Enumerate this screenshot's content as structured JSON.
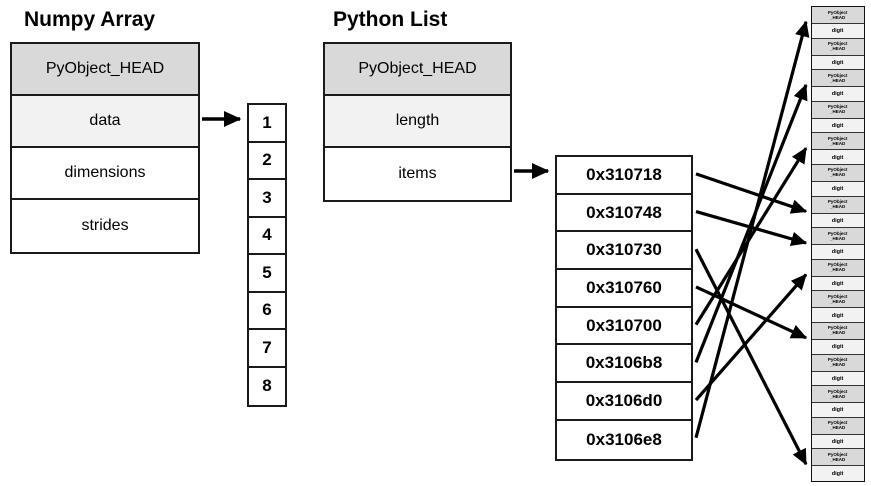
{
  "numpy_array": {
    "title": "Numpy Array",
    "fields": [
      "PyObject_HEAD",
      "data",
      "dimensions",
      "strides"
    ],
    "buffer_values": [
      "1",
      "2",
      "3",
      "4",
      "5",
      "6",
      "7",
      "8"
    ],
    "data_points_to": "contiguous-buffer"
  },
  "python_list": {
    "title": "Python List",
    "fields": [
      "PyObject_HEAD",
      "length",
      "items"
    ],
    "item_pointers": [
      "0x310718",
      "0x310748",
      "0x310730",
      "0x310760",
      "0x310700",
      "0x3106b8",
      "0x3106d0",
      "0x3106e8"
    ],
    "pointer_targets": [
      7,
      8,
      15,
      11,
      5,
      3,
      9,
      1
    ],
    "items_points_to": "pointer-array"
  },
  "heap_objects": {
    "count": 15,
    "header_line1": "PyObject",
    "header_line2": "_HEAD",
    "value_label": "digit"
  },
  "colors": {
    "background": "#ffffff",
    "header_fill": "#d9d9d9",
    "subheader_fill": "#f2f2f2",
    "cell_fill": "#ffffff",
    "border": "#1a1a1a",
    "arrow": "#000000"
  }
}
